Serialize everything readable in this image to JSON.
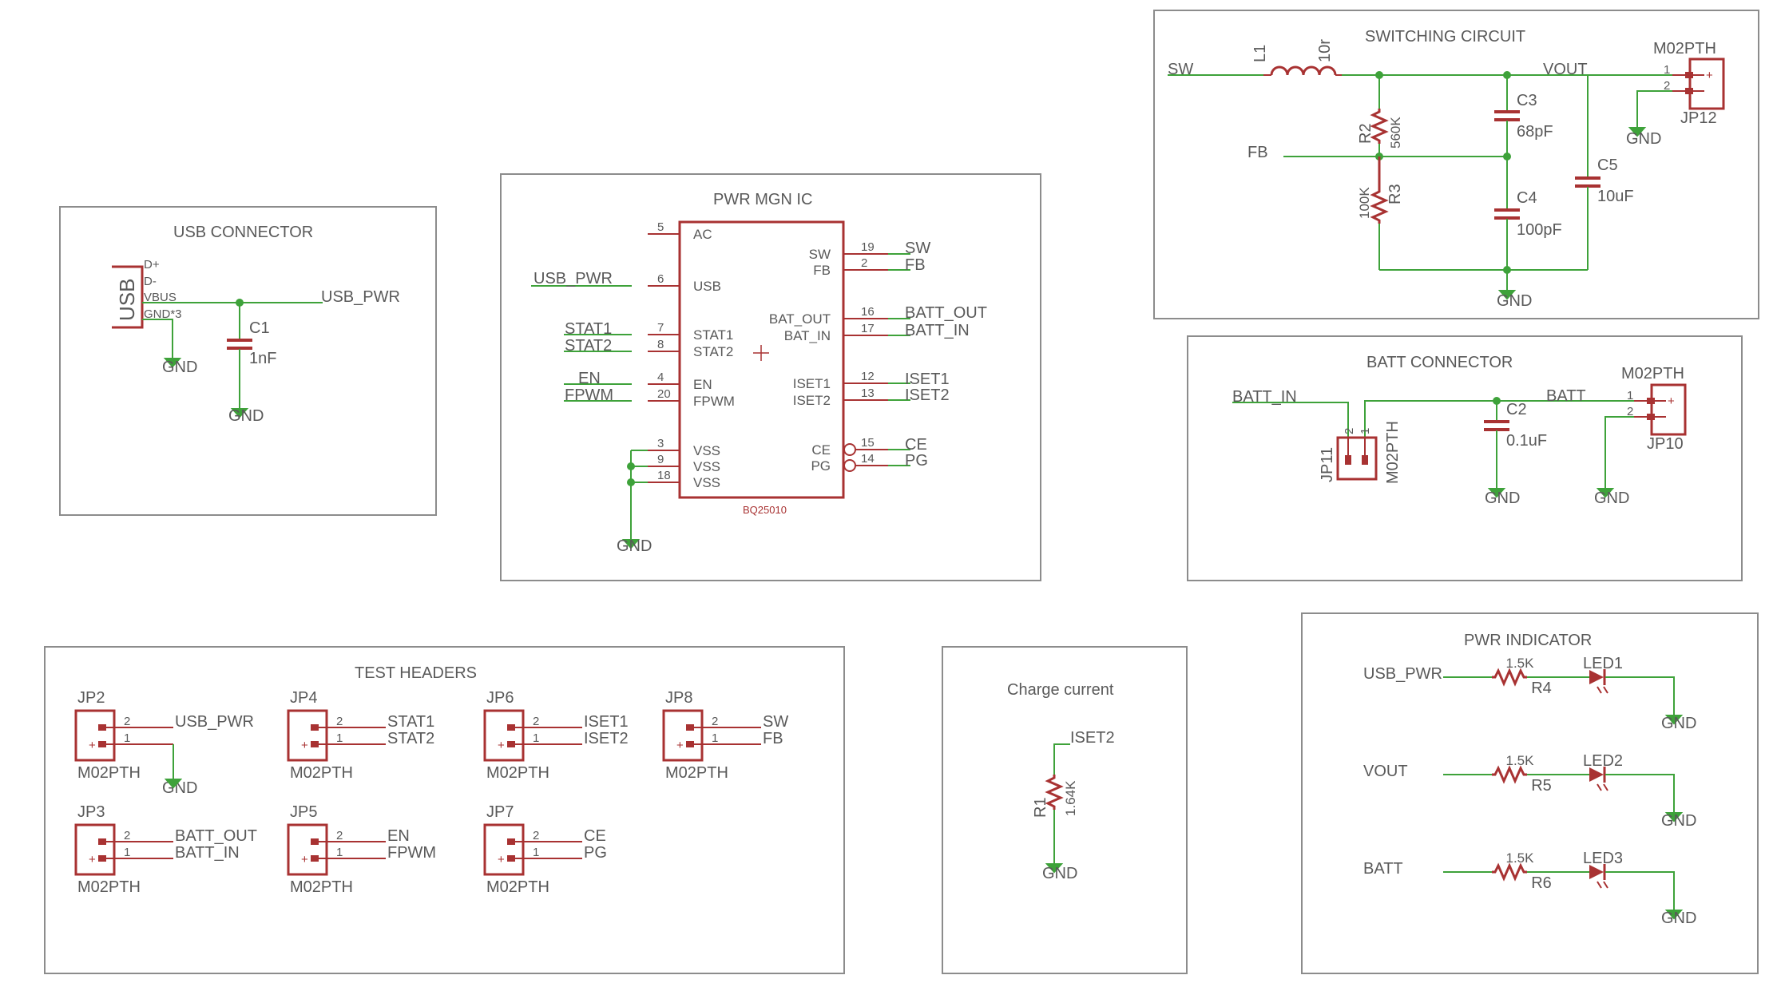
{
  "sections": {
    "usb_connector": "USB CONNECTOR",
    "pwr_mgn_ic": "PWR MGN IC",
    "switching_circuit": "SWITCHING CIRCUIT",
    "batt_connector": "BATT CONNECTOR",
    "test_headers": "TEST HEADERS",
    "charge_current": "Charge current",
    "pwr_indicator": "PWR INDICATOR"
  },
  "nets": {
    "usb_pwr": "USB_PWR",
    "gnd": "GND",
    "sw": "SW",
    "fb": "FB",
    "vout": "VOUT",
    "batt_out": "BATT_OUT",
    "batt_in": "BATT_IN",
    "batt": "BATT",
    "stat1": "STAT1",
    "stat2": "STAT2",
    "en": "EN",
    "fpwm": "FPWM",
    "iset1": "ISET1",
    "iset2": "ISET2",
    "ce": "CE",
    "pg": "PG"
  },
  "usb": {
    "symbol": "USB",
    "pins": [
      "D+",
      "D-",
      "VBUS",
      "GND*3"
    ],
    "cap_name": "C1",
    "cap_value": "1nF"
  },
  "ic": {
    "part": "BQ25010",
    "left_pins": [
      {
        "num": "5",
        "name": "AC"
      },
      {
        "num": "6",
        "name": "USB"
      },
      {
        "num": "7",
        "name": "STAT1"
      },
      {
        "num": "8",
        "name": "STAT2"
      },
      {
        "num": "4",
        "name": "EN"
      },
      {
        "num": "20",
        "name": "FPWM"
      },
      {
        "num": "3",
        "name": "VSS"
      },
      {
        "num": "9",
        "name": "VSS"
      },
      {
        "num": "18",
        "name": "VSS"
      }
    ],
    "right_pins": [
      {
        "num": "19",
        "name": "SW"
      },
      {
        "num": "2",
        "name": "FB"
      },
      {
        "num": "16",
        "name": "BAT_OUT"
      },
      {
        "num": "17",
        "name": "BAT_IN"
      },
      {
        "num": "12",
        "name": "ISET1"
      },
      {
        "num": "13",
        "name": "ISET2"
      },
      {
        "num": "15",
        "name": "CE"
      },
      {
        "num": "14",
        "name": "PG"
      }
    ]
  },
  "switching": {
    "inductor_name": "L1",
    "inductor_value": "10r",
    "r2_name": "R2",
    "r2_value": "560K",
    "r3_name": "R3",
    "r3_value": "100K",
    "c3_name": "C3",
    "c3_value": "68pF",
    "c4_name": "C4",
    "c4_value": "100pF",
    "c5_name": "C5",
    "c5_value": "10uF",
    "header_name": "JP12",
    "header_part": "M02PTH"
  },
  "batt": {
    "c2_name": "C2",
    "c2_value": "0.1uF",
    "jp10_name": "JP10",
    "jp10_part": "M02PTH",
    "jp11_name": "JP11",
    "jp11_part": "M02PTH"
  },
  "test_headers": [
    {
      "name": "JP2",
      "part": "M02PTH",
      "pin2": "USB_PWR",
      "pin1": "GND"
    },
    {
      "name": "JP4",
      "part": "M02PTH",
      "pin2": "STAT1",
      "pin1": "STAT2"
    },
    {
      "name": "JP6",
      "part": "M02PTH",
      "pin2": "ISET1",
      "pin1": "ISET2"
    },
    {
      "name": "JP8",
      "part": "M02PTH",
      "pin2": "SW",
      "pin1": "FB"
    },
    {
      "name": "JP3",
      "part": "M02PTH",
      "pin2": "BATT_OUT",
      "pin1": "BATT_IN"
    },
    {
      "name": "JP5",
      "part": "M02PTH",
      "pin2": "EN",
      "pin1": "FPWM"
    },
    {
      "name": "JP7",
      "part": "M02PTH",
      "pin2": "CE",
      "pin1": "PG"
    }
  ],
  "charge": {
    "r_name": "R1",
    "r_value": "1.64K"
  },
  "indicators": [
    {
      "net": "USB_PWR",
      "r_name": "R4",
      "r_value": "1.5K",
      "led": "LED1"
    },
    {
      "net": "VOUT",
      "r_name": "R5",
      "r_value": "1.5K",
      "led": "LED2"
    },
    {
      "net": "BATT",
      "r_name": "R6",
      "r_value": "1.5K",
      "led": "LED3"
    }
  ],
  "pin_numbers": {
    "one": "1",
    "two": "2"
  },
  "colors": {
    "wire": "#3ea23a",
    "part": "#a83232",
    "frame": "#8c8c8c",
    "text": "#595959"
  }
}
